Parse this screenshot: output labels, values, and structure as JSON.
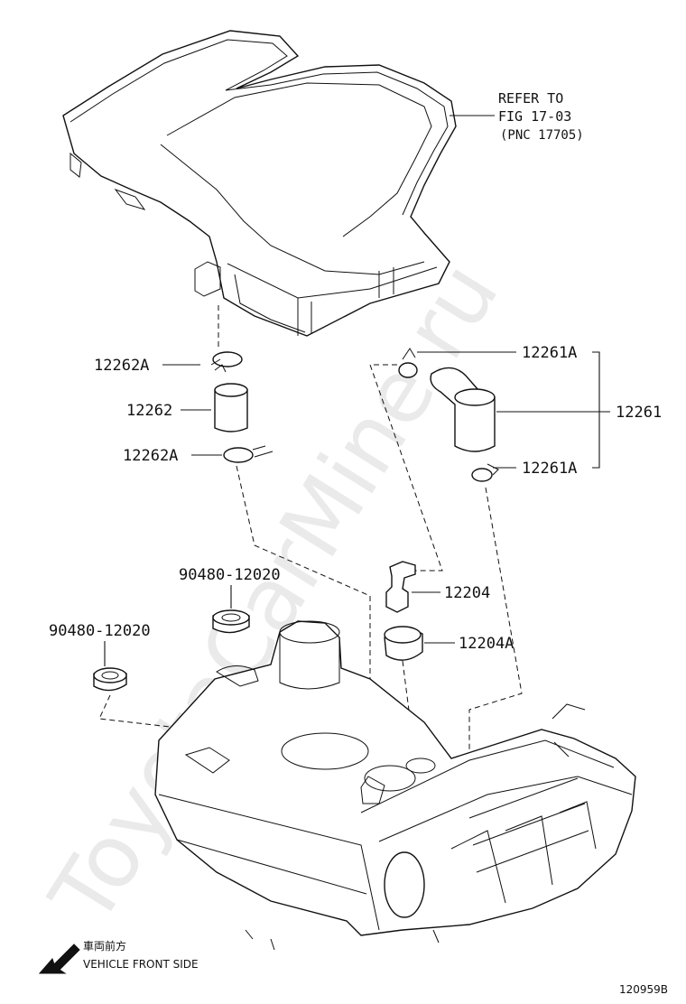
{
  "watermark": "ToyotaCarMine.ru",
  "refer": {
    "line1": "REFER TO",
    "line2": "FIG 17-03",
    "line3": "(PNC 17705)"
  },
  "labels": {
    "p12262A_top": "12262A",
    "p12262": "12262",
    "p12262A_bottom": "12262A",
    "p12261A_top": "12261A",
    "p12261": "12261",
    "p12261A_bottom": "12261A",
    "p90480_upper": "90480-12020",
    "p90480_left": "90480-12020",
    "p12204": "12204",
    "p12204A": "12204A"
  },
  "front": {
    "jp": "車両前方",
    "en": "VEHICLE FRONT SIDE"
  },
  "figure_id": "120959B"
}
